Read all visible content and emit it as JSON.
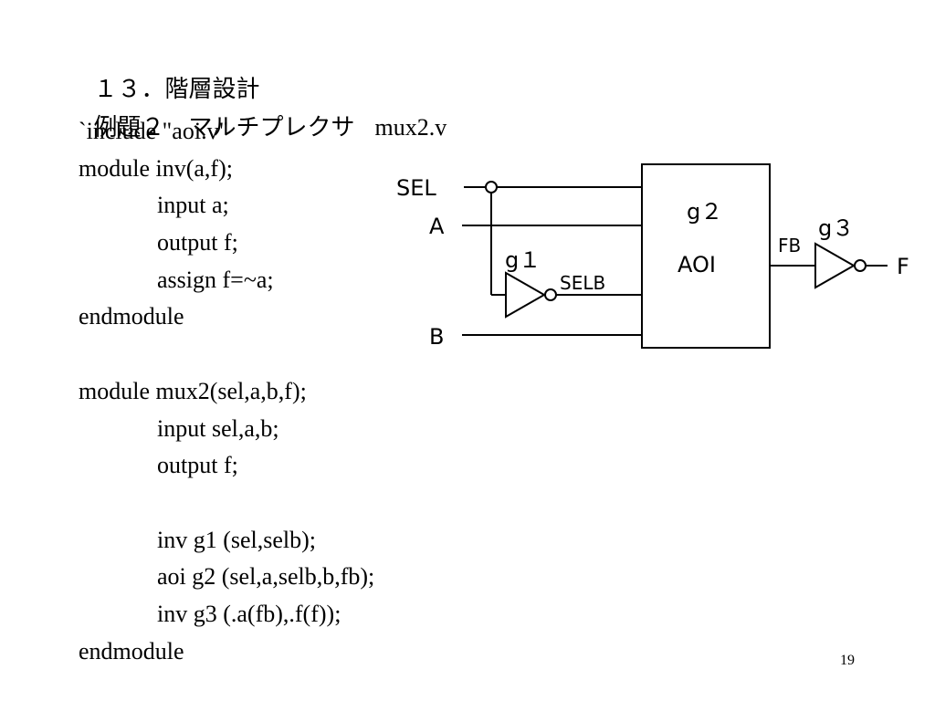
{
  "slide": {
    "heading": "１３．階層設計",
    "example_title": "例題２　マルチプレクサ",
    "file_name": "mux2.v",
    "page_number": "19"
  },
  "code": {
    "lines": [
      {
        "text": "`include \"aoi.v\"",
        "indent": false
      },
      {
        "text": "module inv(a,f);",
        "indent": false
      },
      {
        "text": "input a;",
        "indent": true
      },
      {
        "text": "output f;",
        "indent": true
      },
      {
        "text": "assign f=~a;",
        "indent": true
      },
      {
        "text": "endmodule",
        "indent": false
      },
      {
        "text": "",
        "indent": false
      },
      {
        "text": "module mux2(sel,a,b,f);",
        "indent": false
      },
      {
        "text": "input sel,a,b;",
        "indent": true
      },
      {
        "text": "output f;",
        "indent": true
      },
      {
        "text": "",
        "indent": false
      },
      {
        "text": "inv g1 (sel,selb);",
        "indent": true
      },
      {
        "text": "aoi g2 (sel,a,selb,b,fb);",
        "indent": true
      },
      {
        "text": "inv g3 (.a(fb),.f(f));",
        "indent": true
      },
      {
        "text": "endmodule",
        "indent": false
      }
    ]
  },
  "diagram": {
    "inputs": {
      "sel": "SEL",
      "a": "A",
      "b": "B"
    },
    "gates": {
      "g1_name": "g１",
      "g2_name": "g２",
      "g2_type": "AOI",
      "g3_name": "g３"
    },
    "nets": {
      "selb": "SELB",
      "fb": "FB"
    },
    "output": "F"
  }
}
